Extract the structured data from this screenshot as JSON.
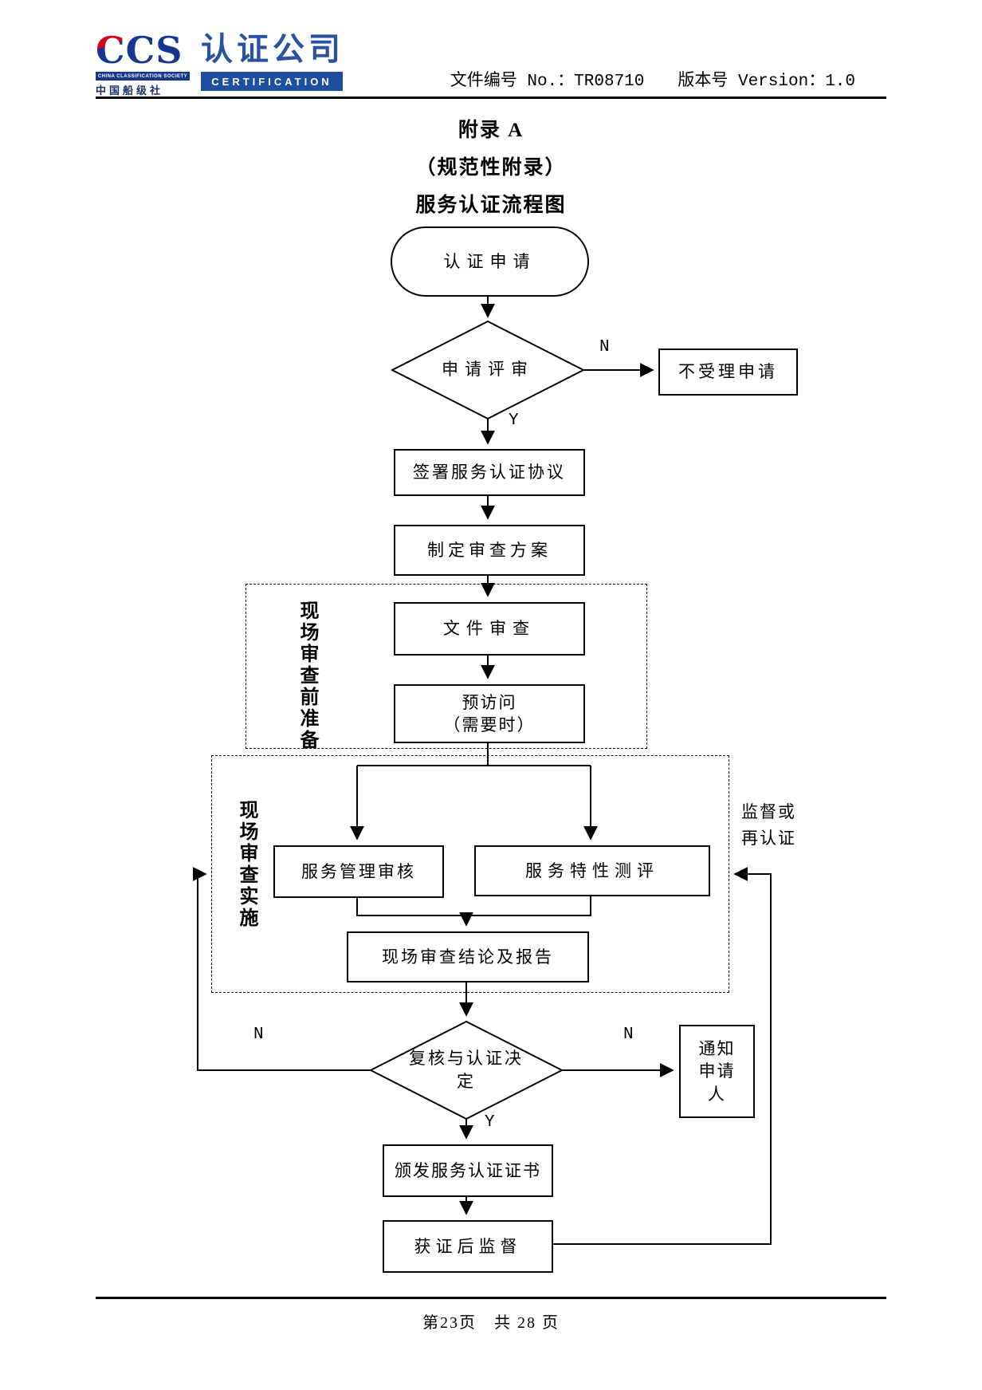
{
  "header": {
    "logo": {
      "ccs": "CCS",
      "company": "认证公司",
      "society_en": "CHINA CLASSIFICATION SOCIETY",
      "society_cn": "中国船级社",
      "certification": "CERTIFICATION"
    },
    "doc_no": "文件编号 No.：TR08710",
    "version": "版本号 Version：1.0"
  },
  "titles": {
    "line1": "附录 A",
    "line2": "（规范性附录）",
    "line3": "服务认证流程图"
  },
  "flowchart": {
    "nodes": {
      "start": "认证申请",
      "review": "申请评审",
      "reject": "不受理申请",
      "sign": "签署服务认证协议",
      "plan": "制定审查方案",
      "doc_review": "文件审查",
      "previsit": "预访问\n（需要时）",
      "audit": "服务管理审核",
      "evaluate": "服务特性测评",
      "report": "现场审查结论及报告",
      "decision": "复核与认证决\n定",
      "notify": "通知\n申请\n人",
      "issue": "颁发服务认证证书",
      "supervise": "获证后监督"
    },
    "groups": {
      "prepare": "现场审查前准备",
      "implement": "现场审查实施"
    },
    "labels": {
      "n1": "N",
      "y1": "Y",
      "n_left": "N",
      "n_right": "N",
      "y2": "Y",
      "supervision_note": "监督或\n再认证"
    },
    "colors": {
      "line": "#000000",
      "logo_blue": "#17368d",
      "logo_red": "#d6001c"
    }
  },
  "footer": {
    "page_info": "第23页　共 28 页"
  }
}
